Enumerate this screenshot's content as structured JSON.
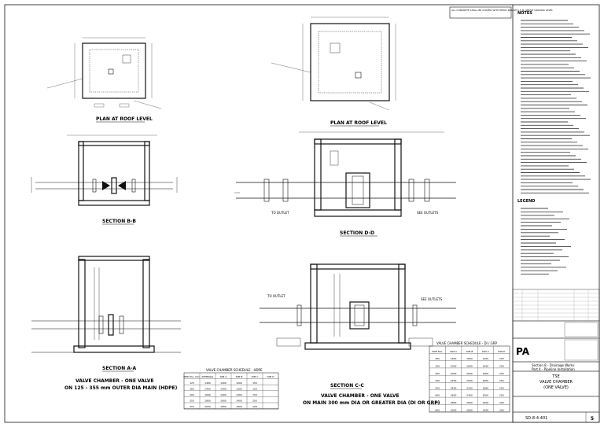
{
  "top_note": "ALL CONCRETE SHALL BE COATED WITH EPOXY BELOW 0.5 M. ABOVE GROUND LEVEL",
  "notes_heading": "NOTES",
  "legend_heading": "LEGEND",
  "views": {
    "plan_left": "PLAN AT ROOF LEVEL",
    "plan_right": "PLAN AT ROOF LEVEL",
    "section_bb": "SECTION B-B",
    "section_dd": "SECTION D-D",
    "section_aa": "SECTION A-A",
    "section_cc": "SECTION C-C"
  },
  "captions": {
    "left_line1": "VALVE CHAMBER - ONE VALVE",
    "left_line2": "ON 125 - 355 mm OUTER DIA MAIN (HDPE)",
    "right_line1": "VALVE CHAMBER - ONE VALVE",
    "right_line2": "ON MAIN 300 mm DIA OR GREATER DIA (DI OR GRP)"
  },
  "labels": {
    "to_outlet": "TO OUTLET",
    "see_outlets": "SEE OUTLETS",
    "to_outlet_2": "TO OUTLET",
    "see_outlets_2": "SEE OUTLETS"
  },
  "table_left": {
    "title": "VALVE CHAMBER SCHEDULE - HDPE",
    "headers": [
      "PIPE DIA. O.D.",
      "INTERNAL",
      "DIM A",
      "DIM B",
      "DIM C",
      "DIM D"
    ],
    "rows": [
      [
        "125",
        "1400",
        "1400",
        "1200",
        "150",
        ""
      ],
      [
        "160",
        "1400",
        "1400",
        "1200",
        "150",
        ""
      ],
      [
        "200",
        "1600",
        "1400",
        "1200",
        "150",
        ""
      ],
      [
        "250",
        "1800",
        "1600",
        "1400",
        "200",
        ""
      ],
      [
        "315",
        "2000",
        "1800",
        "1600",
        "200",
        ""
      ]
    ]
  },
  "table_right": {
    "title": "VALVE CHAMBER SCHEDULE - DI / GRP",
    "headers": [
      "PIPE DIA.",
      "DIM A",
      "DIM B",
      "DIM C",
      "DIM D"
    ],
    "rows": [
      [
        "300",
        "1800",
        "1800",
        "1400",
        "200"
      ],
      [
        "350",
        "2000",
        "1800",
        "1400",
        "200"
      ],
      [
        "400",
        "2000",
        "2000",
        "1600",
        "200"
      ],
      [
        "450",
        "2200",
        "2000",
        "1600",
        "250"
      ],
      [
        "500",
        "2400",
        "2200",
        "1800",
        "250"
      ],
      [
        "600",
        "2600",
        "2400",
        "2000",
        "250"
      ],
      [
        "700",
        "2800",
        "2600",
        "2200",
        "300"
      ],
      [
        "800",
        "3000",
        "2800",
        "2400",
        "300"
      ]
    ]
  },
  "title_block": {
    "client": "PA",
    "project_line1": "Section 8 - Drainage Works",
    "project_line2": "Part 4 - Pipeline Installation",
    "drawing_title_1": "TSE",
    "drawing_title_2": "VALVE CHAMBER",
    "drawing_title_3": "(ONE VALVE)",
    "drawing_number": "SD-8-4-401",
    "sheet": "5"
  },
  "colors": {
    "line": "#111111",
    "paper": "#ffffff",
    "light": "#999999"
  }
}
